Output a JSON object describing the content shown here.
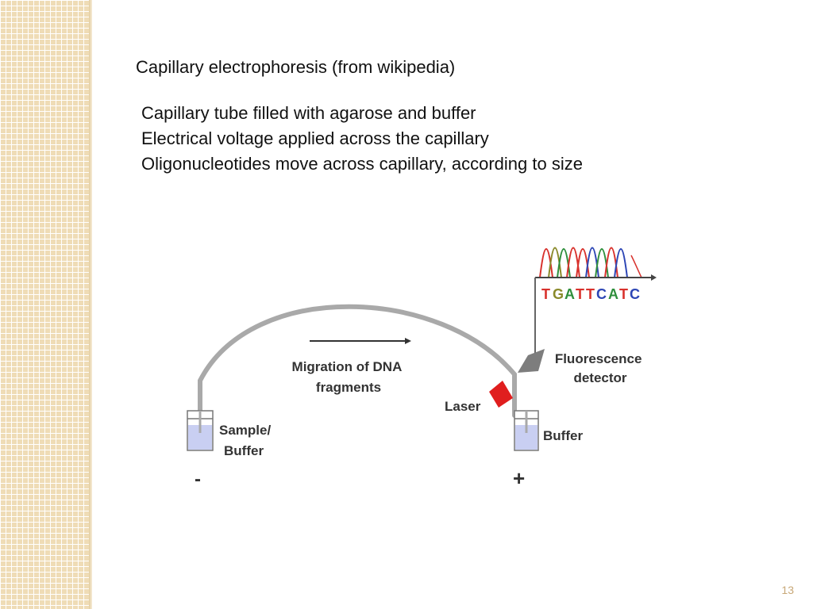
{
  "slide": {
    "title": "Capillary electrophoresis (from wikipedia)",
    "bullets": [
      "Capillary tube filled with agarose and buffer",
      "Electrical voltage applied across the capillary",
      "Oligonucleotides move across capillary, according to size"
    ],
    "page_number": "13"
  },
  "diagram": {
    "sequence": [
      {
        "base": "T",
        "color": "#d8312c"
      },
      {
        "base": "G",
        "color": "#8a8a2a"
      },
      {
        "base": "A",
        "color": "#2f8f3c"
      },
      {
        "base": "T",
        "color": "#d8312c"
      },
      {
        "base": "T",
        "color": "#d8312c"
      },
      {
        "base": "C",
        "color": "#2d46b5"
      },
      {
        "base": "A",
        "color": "#2f8f3c"
      },
      {
        "base": "T",
        "color": "#d8312c"
      },
      {
        "base": "C",
        "color": "#2d46b5"
      }
    ],
    "detector_label_1": "Fluorescence",
    "detector_label_2": "detector",
    "migration_label_1": "Migration of DNA",
    "migration_label_2": "fragments",
    "laser_label": "Laser",
    "sample_label_1": "Sample/",
    "sample_label_2": "Buffer",
    "buffer_label": "Buffer",
    "negative_sign": "-",
    "positive_sign": "+",
    "colors": {
      "capillary": "#a9a9a9",
      "laser": "#e01e1e",
      "detector": "#7d7d7d",
      "buffer_liquid": "#c9cff2"
    }
  }
}
